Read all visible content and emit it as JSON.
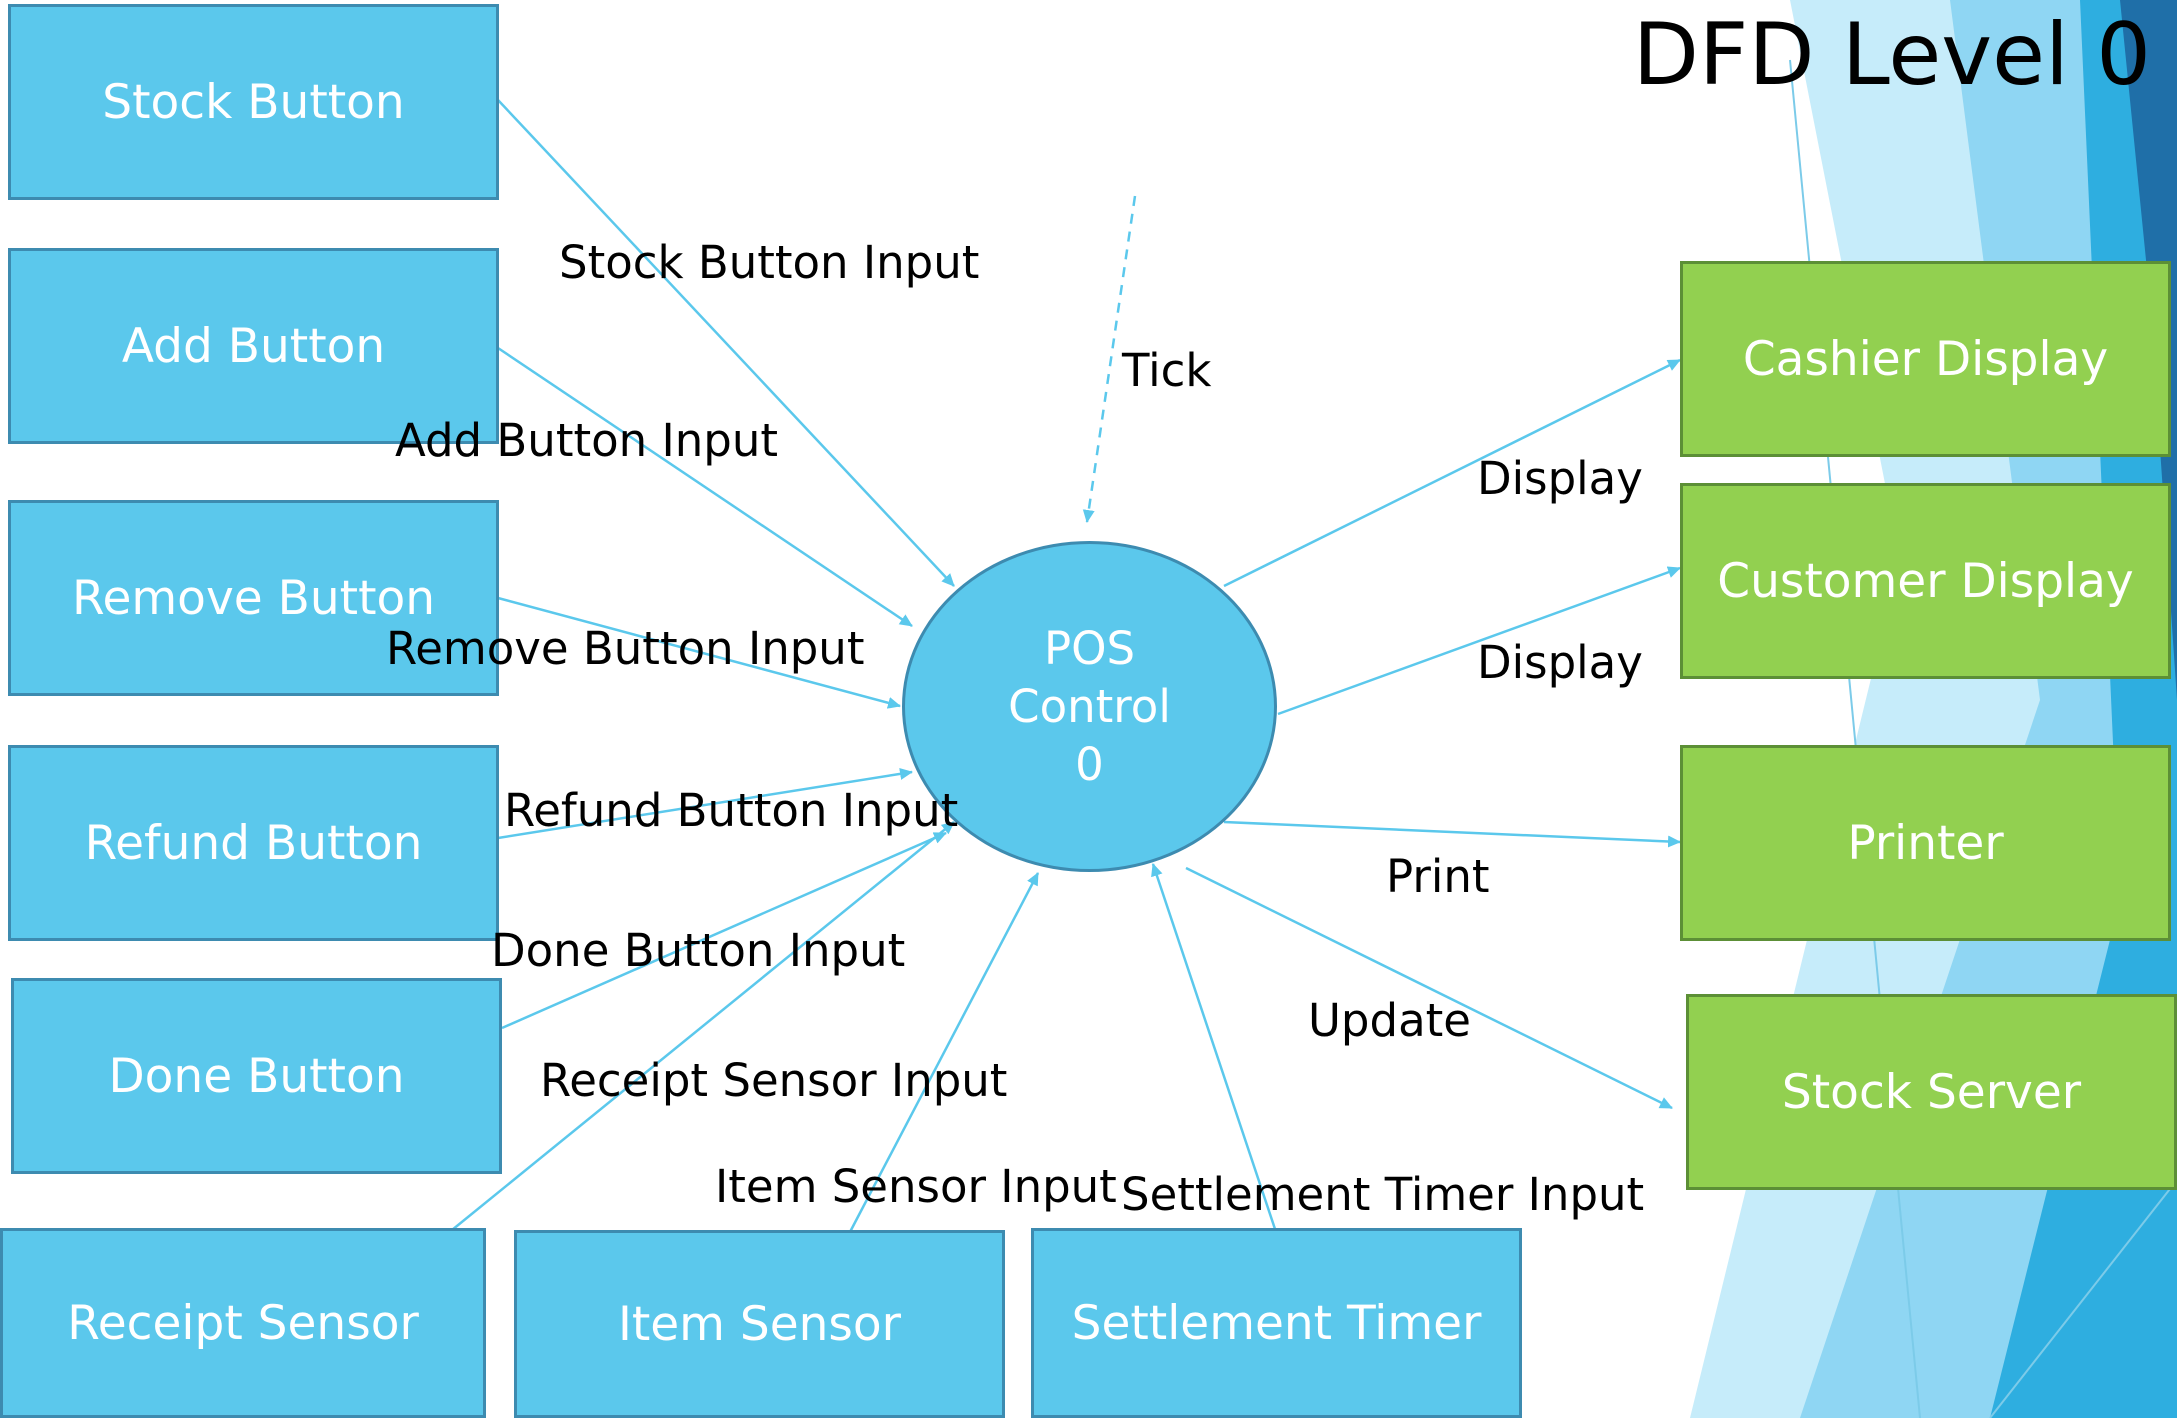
{
  "title": "DFD Level 0",
  "process": {
    "line1": "POS",
    "line2": "Control",
    "line3": "0"
  },
  "inputs": {
    "stock_button": "Stock Button",
    "add_button": "Add Button",
    "remove_button": "Remove Button",
    "refund_button": "Refund Button",
    "done_button": "Done Button",
    "receipt_sensor": "Receipt Sensor",
    "item_sensor": "Item Sensor",
    "settlement_timer": "Settlement Timer"
  },
  "outputs": {
    "cashier_display": "Cashier Display",
    "customer_display": "Customer Display",
    "printer": "Printer",
    "stock_server": "Stock Server"
  },
  "flows": {
    "stock_button_input": "Stock Button Input",
    "add_button_input": "Add Button Input",
    "remove_button_input": "Remove Button Input",
    "refund_button_input": "Refund Button Input",
    "done_button_input": "Done Button Input",
    "receipt_sensor_input": "Receipt Sensor Input",
    "item_sensor_input": "Item Sensor Input",
    "settlement_timer_input": "Settlement Timer Input",
    "tick": "Tick",
    "cashier_display": "Display",
    "customer_display": "Display",
    "printer": "Print",
    "stock_server": "Update"
  },
  "colors": {
    "input_fill": "#5bc8ec",
    "output_fill": "#92d050",
    "arrow": "#5bc8ec",
    "theme_accent_dark": "#2e75b6",
    "theme_accent_light": "#9ddcf5"
  }
}
